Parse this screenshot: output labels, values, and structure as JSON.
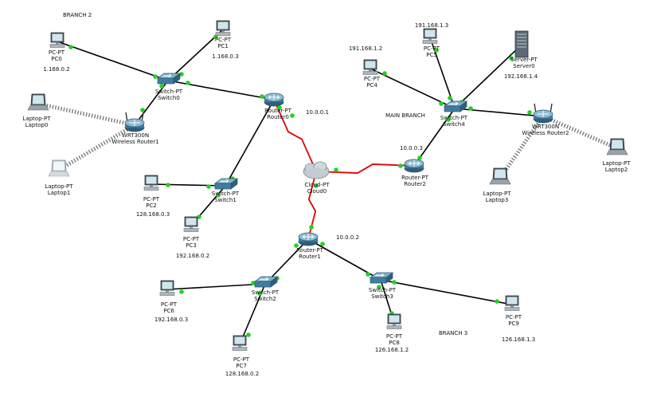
{
  "colors": {
    "wire": "#000000",
    "wan": "#e00000",
    "wireless": "#7a7a7a",
    "port": "#1fd31f"
  },
  "areas": {
    "branch2": "BRANCH 2",
    "main": "MAIN BRANCH",
    "branch3": "BRANCH 3"
  },
  "devices": {
    "pc0": {
      "type": "PC-PT",
      "name": "PC0",
      "ip": "1.168.0.2"
    },
    "pc1": {
      "type": "PC-PT",
      "name": "PC1",
      "ip": "1.168.0.3"
    },
    "switch0": {
      "type": "Switch-PT",
      "name": "Switch0"
    },
    "router0": {
      "type": "Router-PT",
      "name": "Router0",
      "ip": "10.0.0.1"
    },
    "wr1": {
      "type": "WRT300N",
      "name": "Wireless Router1"
    },
    "laptop0": {
      "type": "Laptop-PT",
      "name": "Laptop0"
    },
    "laptop1": {
      "type": "Laptop-PT",
      "name": "Laptop1"
    },
    "switch1": {
      "type": "Switch-PT",
      "name": "Switch1"
    },
    "pc2": {
      "type": "PC-PT",
      "name": "PC2",
      "ip": "128.168.0.3"
    },
    "pc3": {
      "type": "PC-PT",
      "name": "PC3",
      "ip": "192.168.0.2"
    },
    "cloud0": {
      "type": "Cloud-PT",
      "name": "Cloud0"
    },
    "router2": {
      "type": "Router-PT",
      "name": "Router2",
      "ip": "10.0.0.3"
    },
    "switch4": {
      "type": "Switch-PT",
      "name": "Switch4"
    },
    "pc4": {
      "type": "PC-PT",
      "name": "PC4",
      "ip": "191.168.1.2"
    },
    "pc5": {
      "type": "PC-PT",
      "name": "PC5",
      "ip": "191.168.1.3"
    },
    "server0": {
      "type": "Server-PT",
      "name": "Server0",
      "ip": "192.168.1.4"
    },
    "wr2": {
      "type": "WRT300N",
      "name": "Wireless Router2"
    },
    "laptop2": {
      "type": "Laptop-PT",
      "name": "Laptop2"
    },
    "laptop3": {
      "type": "Laptop-PT",
      "name": "Laptop3"
    },
    "router1": {
      "type": "Router-PT",
      "name": "Router1",
      "ip": "10.0.0.2"
    },
    "switch2": {
      "type": "Switch-PT",
      "name": "Switch2"
    },
    "switch3": {
      "type": "Switch-PT",
      "name": "Switch3"
    },
    "pc6": {
      "type": "PC-PT",
      "name": "PC6",
      "ip": "192.168.0.3"
    },
    "pc7": {
      "type": "PC-PT",
      "name": "PC7",
      "ip": "128.168.0.2"
    },
    "pc8": {
      "type": "PC-PT",
      "name": "PC8",
      "ip": "126.168.1.2"
    },
    "pc9": {
      "type": "PC-PT",
      "name": "PC9",
      "ip": "126.168.1.3"
    }
  }
}
